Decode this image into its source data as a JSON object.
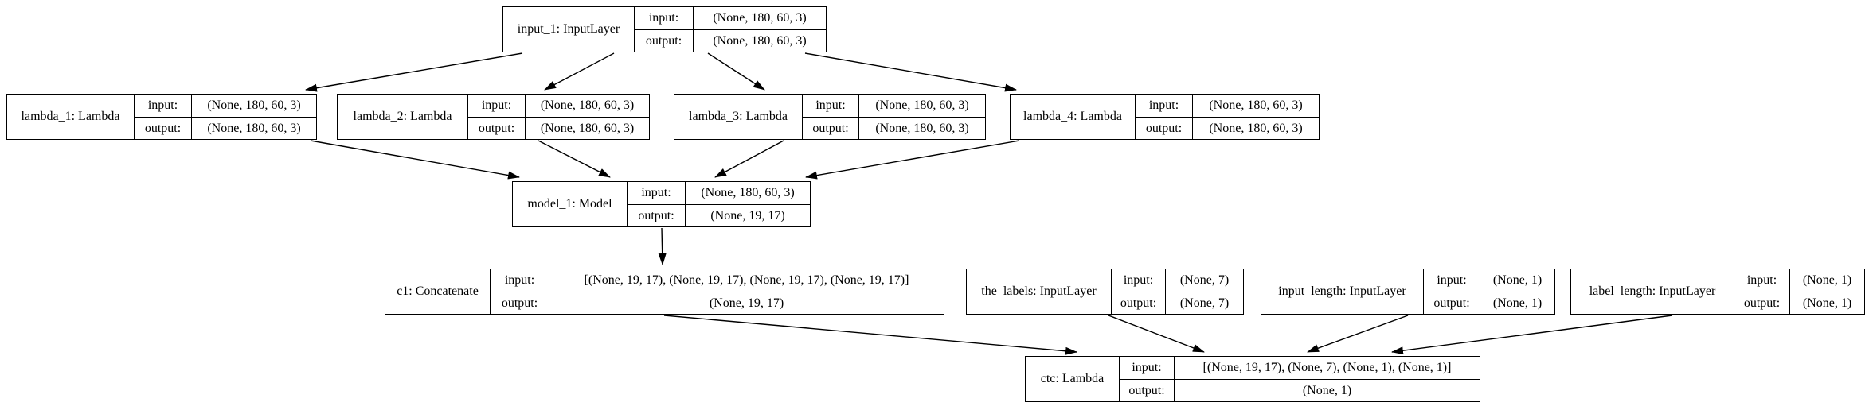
{
  "diagram": {
    "kind": "keras-model-architecture-graph",
    "background_color": "#ffffff",
    "node_border_color": "#000000",
    "edge_color": "#000000",
    "text_color": "#000000"
  },
  "labels": {
    "input": "input:",
    "output": "output:"
  },
  "nodes": [
    {
      "id": "input_1",
      "name": "input_1: InputLayer",
      "input": "(None, 180, 60, 3)",
      "output": "(None, 180, 60, 3)"
    },
    {
      "id": "lambda_1",
      "name": "lambda_1: Lambda",
      "input": "(None, 180, 60, 3)",
      "output": "(None, 180, 60, 3)"
    },
    {
      "id": "lambda_2",
      "name": "lambda_2: Lambda",
      "input": "(None, 180, 60, 3)",
      "output": "(None, 180, 60, 3)"
    },
    {
      "id": "lambda_3",
      "name": "lambda_3: Lambda",
      "input": "(None, 180, 60, 3)",
      "output": "(None, 180, 60, 3)"
    },
    {
      "id": "lambda_4",
      "name": "lambda_4: Lambda",
      "input": "(None, 180, 60, 3)",
      "output": "(None, 180, 60, 3)"
    },
    {
      "id": "model_1",
      "name": "model_1: Model",
      "input": "(None, 180, 60, 3)",
      "output": "(None, 19, 17)"
    },
    {
      "id": "c1",
      "name": "c1: Concatenate",
      "input": "[(None, 19, 17), (None, 19, 17), (None, 19, 17), (None, 19, 17)]",
      "output": "(None, 19, 17)"
    },
    {
      "id": "the_labels",
      "name": "the_labels: InputLayer",
      "input": "(None, 7)",
      "output": "(None, 7)"
    },
    {
      "id": "input_length",
      "name": "input_length: InputLayer",
      "input": "(None, 1)",
      "output": "(None, 1)"
    },
    {
      "id": "label_length",
      "name": "label_length: InputLayer",
      "input": "(None, 1)",
      "output": "(None, 1)"
    },
    {
      "id": "ctc",
      "name": "ctc: Lambda",
      "input": "[(None, 19, 17), (None, 7), (None, 1), (None, 1)]",
      "output": "(None, 1)"
    }
  ],
  "edges": [
    {
      "from": "input_1",
      "to": "lambda_1"
    },
    {
      "from": "input_1",
      "to": "lambda_2"
    },
    {
      "from": "input_1",
      "to": "lambda_3"
    },
    {
      "from": "input_1",
      "to": "lambda_4"
    },
    {
      "from": "lambda_1",
      "to": "model_1"
    },
    {
      "from": "lambda_2",
      "to": "model_1"
    },
    {
      "from": "lambda_3",
      "to": "model_1"
    },
    {
      "from": "lambda_4",
      "to": "model_1"
    },
    {
      "from": "model_1",
      "to": "c1"
    },
    {
      "from": "c1",
      "to": "ctc"
    },
    {
      "from": "the_labels",
      "to": "ctc"
    },
    {
      "from": "input_length",
      "to": "ctc"
    },
    {
      "from": "label_length",
      "to": "ctc"
    }
  ]
}
